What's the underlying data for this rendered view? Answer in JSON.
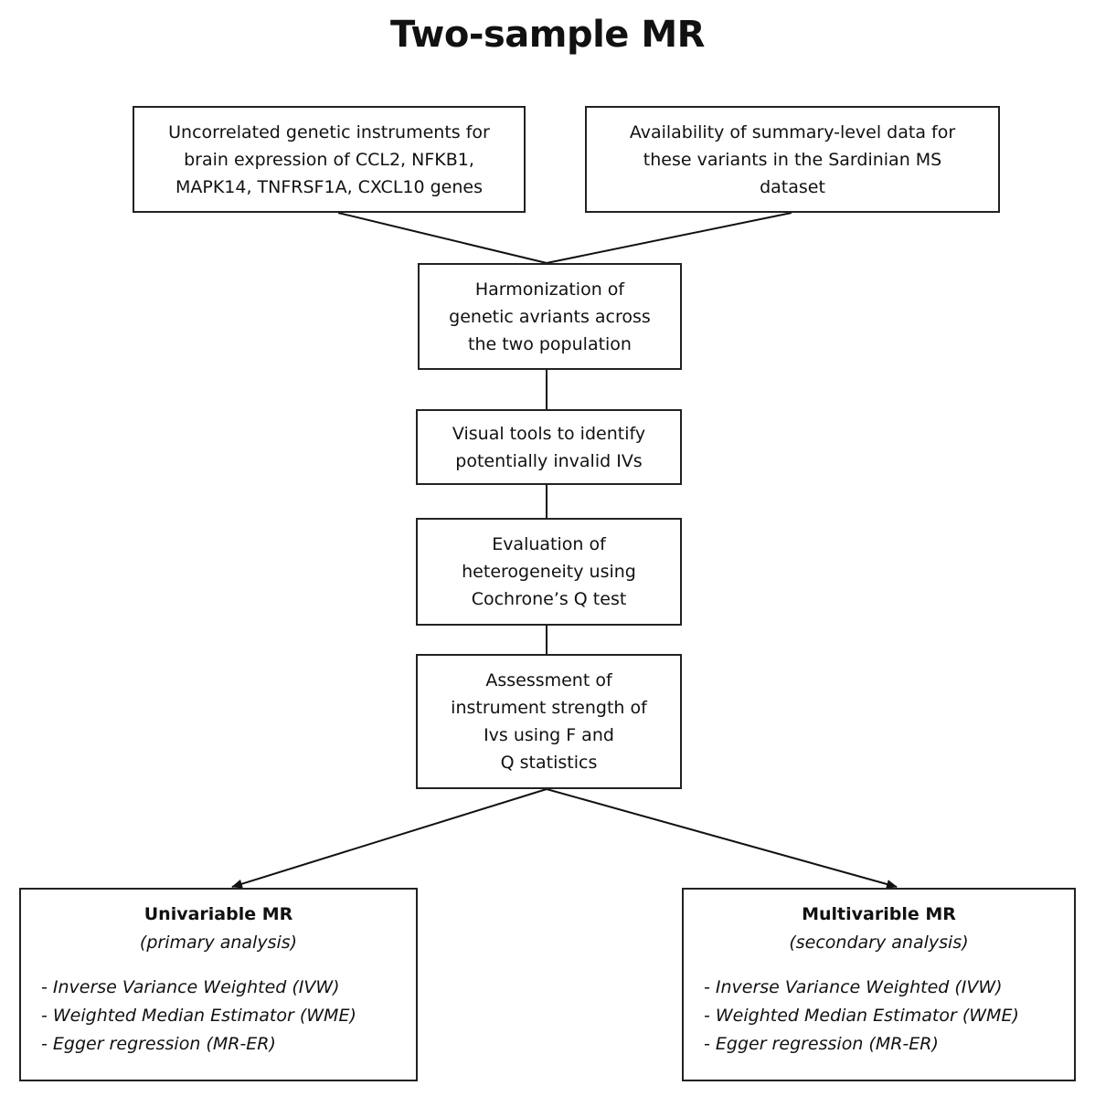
{
  "title": "Two-sample MR",
  "boxes": {
    "instruments": [
      "Uncorrelated  genetic instruments for",
      "brain expression of CCL2, NFKB1,",
      "MAPK14, TNFRSF1A, CXCL10 genes"
    ],
    "availability": [
      "Availability of summary-level data for",
      "these variants in the  Sardinian MS",
      "dataset"
    ],
    "harmonization": [
      "Harmonization  of",
      "genetic avriants across",
      "the two population"
    ],
    "visual_tools": [
      "Visual tools to identify",
      "potentially  invalid IVs"
    ],
    "heterogeneity": [
      "Evaluation of",
      "heterogeneity using",
      "Cochrone’s  Q test"
    ],
    "strength": [
      "Assessment of",
      "instrument  strength of",
      "Ivs using F and",
      "Q statistics"
    ]
  },
  "outcomes": {
    "univariable": {
      "heading": "Univariable MR",
      "subheading": "(primary  analysis)",
      "items": [
        "- Inverse Variance Weighted (IVW)",
        "- Weighted Median Estimator (WME)",
        "- Egger regression  (MR-ER)"
      ]
    },
    "multivariable": {
      "heading": "Multivarible  MR",
      "subheading": "(secondary  analysis)",
      "items": [
        "- Inverse Variance Weighted (IVW)",
        "- Weighted Median Estimator (WME)",
        "- Egger regression  (MR-ER)"
      ]
    }
  }
}
